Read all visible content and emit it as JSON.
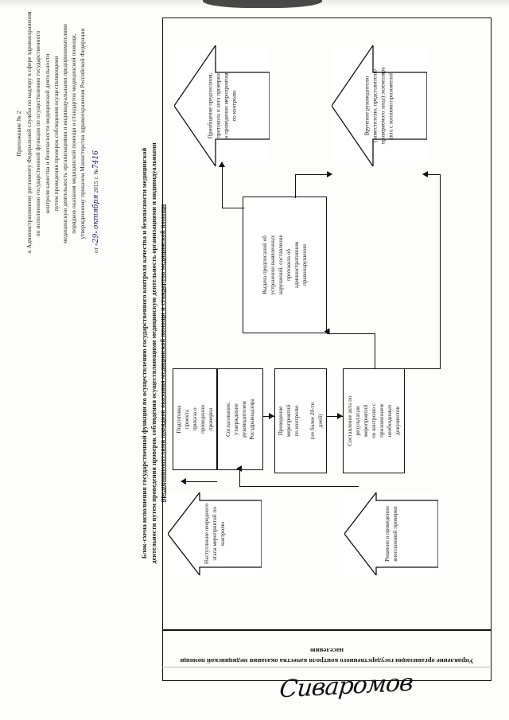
{
  "document": {
    "appendix_label": "Приложение № 2",
    "header_lines": [
      "к Административному регламенту Федеральной службы по надзору в сфере здравоохранения",
      "по исполнению государственной функции по осуществлению государственного",
      "контроля качества и безопасности медицинской деятельности",
      "путем проведения проверок соблюдения осуществляющими",
      "медицинскую деятельность организациями и индивидуальными предпринимателями",
      "порядков оказания медицинской помощи и стандартов медицинской помощи,",
      "утвержденному приказом Министерства здравоохранения Российской Федерации"
    ],
    "date_line_prefix": "от «",
    "date_line_day": "29",
    "date_line_mid": "» ",
    "date_line_month": "октября",
    "date_line_year": " 2015 г. №",
    "date_line_number": "7416",
    "title_lines": [
      "Блок-схема исполнения государственной функции по осуществлению государственного контроля качества и безопасности медицинской",
      "деятельности путем проведения проверок соблюдения осуществляющими медицинскую деятельность организациями и индивидуальными",
      "предпринимателями порядков оказания медицинской помощи и стандартов медицинской помощи"
    ],
    "department_band": "Управление организации государственного контроля качества оказания медицинской помощи населению",
    "signature": "Сиваромов"
  },
  "chart_data": {
    "type": "diagram",
    "title": "Блок-схема исполнения государственной функции",
    "orientation": "rotated-90-counterclockwise",
    "nodes": [
      {
        "id": "n1",
        "shape": "pentagon-arrow",
        "label": "Наступление очередного\nэтапа мероприятий по\nконтролю"
      },
      {
        "id": "n2",
        "shape": "pentagon-arrow",
        "label": "Решение о проведении\nвнеплановой проверки"
      },
      {
        "id": "n3",
        "shape": "rectangle",
        "label": "Подготовка проекта\nприказа о проведении\nпроверки"
      },
      {
        "id": "n4",
        "shape": "rectangle",
        "label": "Согласование, утверждение\nруководителем\nРосздравнадзора"
      },
      {
        "id": "n5",
        "shape": "rectangle",
        "label": "Проведение мероприятий\nпо контролю\n\n(не более 20-ти дней)"
      },
      {
        "id": "n6",
        "shape": "rectangle",
        "label": "Составление акта по\nрезультатам мероприятий\nпо контролю с\nприложением\nнеобходимых документов"
      },
      {
        "id": "n7",
        "shape": "rectangle",
        "label": "Выдача предписаний об\nустранении выявленных\nнарушений, составление\nпротокола об\nадминистративном\nправонарушении"
      },
      {
        "id": "n8",
        "shape": "pentagon-arrow",
        "label": "Приобщение предписания,\nпротокола и акта проверки\nо проведении мероприятия\nпо контролю"
      },
      {
        "id": "n9",
        "shape": "pentagon-arrow",
        "label": "Вручение руководителю\n(заместителю, представителю\nпроверяемого лица) экземпляра\nакта с копиями приложений"
      }
    ],
    "edges": [
      {
        "from": "n1",
        "to": "n3"
      },
      {
        "from": "n2",
        "to": "n4"
      },
      {
        "from": "n3",
        "to": "n5"
      },
      {
        "from": "n4",
        "to": "n5"
      },
      {
        "from": "n5",
        "to": "n6"
      },
      {
        "from": "n6",
        "to": "n9"
      },
      {
        "from": "n6",
        "to": "n7"
      },
      {
        "from": "n7",
        "to": "n8"
      },
      {
        "from": "n7",
        "to": "n9"
      }
    ],
    "colors": {
      "stroke": "#111111",
      "fill": "#ffffff"
    }
  }
}
